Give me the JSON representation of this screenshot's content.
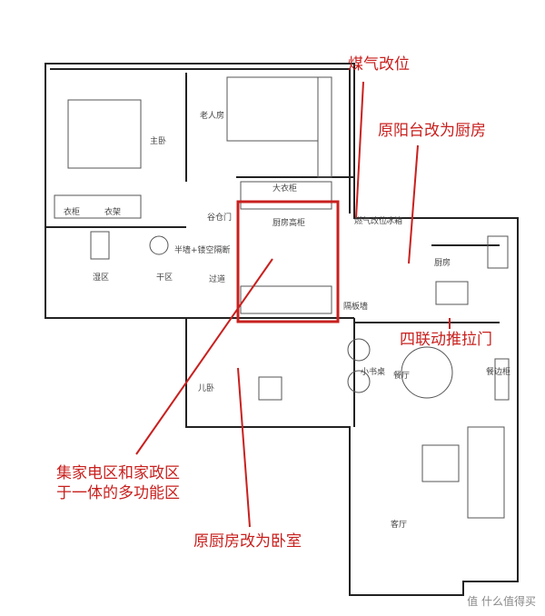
{
  "rooms": {
    "master": "主卧",
    "elder": "老人房",
    "wardrobe1": "衣柜",
    "wardrobe2": "衣架",
    "big_wardrobe": "大衣柜",
    "barn_door": "谷仓门",
    "kitchen_tall": "厨房高柜",
    "partition": "半墙+镂空隔断",
    "wet": "湿区",
    "dry": "干区",
    "corridor": "过道",
    "gas": "燃气改位",
    "fridge": "冰箱",
    "kitchen": "厨房",
    "sideboard": "餐边柜",
    "desk": "小书桌",
    "dining": "餐厅",
    "living": "客厅",
    "child": "儿卧",
    "board": "隔板墙"
  },
  "annotations": {
    "gas_moved": "煤气改位",
    "balcony_kitchen": "原阳台改为厨房",
    "sliding_door": "四联动推拉门",
    "multi_line1": "集家电区和家政区",
    "multi_line2": "于一体的多功能区",
    "old_kitchen": "原厨房改为卧室"
  },
  "colors": {
    "annotation": "#c8201e",
    "wall": "#222222"
  },
  "watermark": "值 什么值得买"
}
